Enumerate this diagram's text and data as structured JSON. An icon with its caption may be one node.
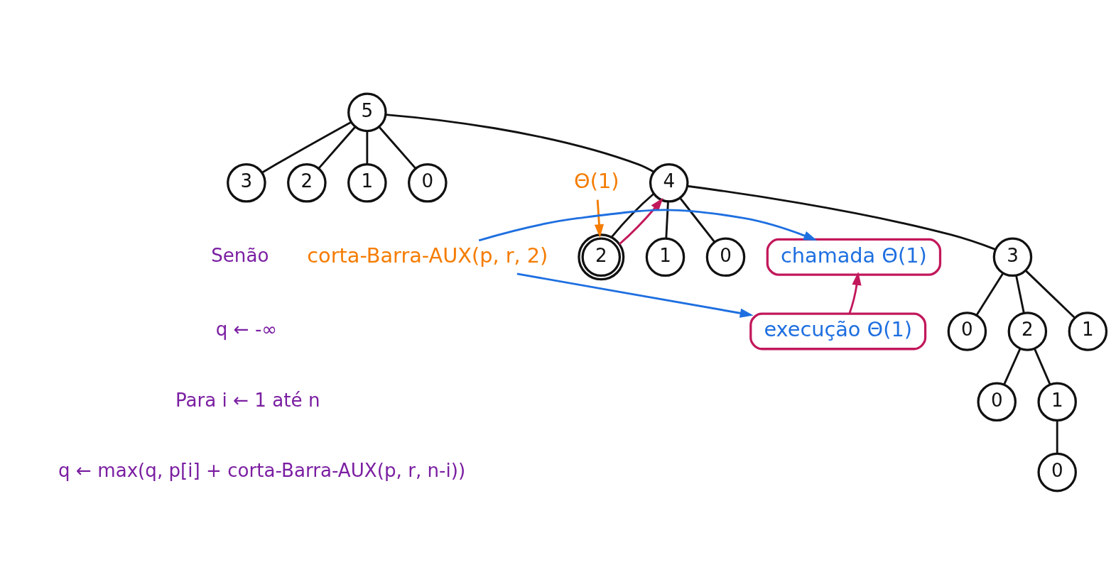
{
  "diagram": {
    "nodes": [
      {
        "text": [
          "5"
        ]
      },
      {
        "text": [
          "4"
        ]
      },
      {
        "text": [
          "3"
        ]
      },
      {
        "text": [
          "2"
        ]
      },
      {
        "text": [
          "1"
        ]
      },
      {
        "text": [
          "0"
        ]
      },
      {
        "text": [
          "3"
        ]
      },
      {
        "text": [
          "2"
        ]
      },
      {
        "text": [
          "1"
        ]
      },
      {
        "text": [
          "0"
        ]
      },
      {
        "text": [
          "2"
        ]
      },
      {
        "text": [
          "1"
        ]
      },
      {
        "text": [
          "0"
        ]
      },
      {
        "text": [
          "1"
        ]
      },
      {
        "text": [
          "0"
        ]
      },
      {
        "text": [
          "0"
        ]
      },
      {
        "text": [
          "Θ(1)"
        ]
      },
      {
        "text": [
          "corta-Barra-AUX(p, r, 2)"
        ]
      },
      {
        "text": [
          "chamada Θ(1)"
        ]
      },
      {
        "text": [
          "execução Θ(1)"
        ]
      }
    ],
    "edges": [
      {
        "from": 0,
        "to": 1,
        "arrow": "none"
      },
      {
        "from": 0,
        "to": 2,
        "arrow": "none"
      },
      {
        "from": 0,
        "to": 3,
        "arrow": "none"
      },
      {
        "from": 0,
        "to": 4,
        "arrow": "none"
      },
      {
        "from": 0,
        "to": 5,
        "arrow": "none"
      },
      {
        "from": 1,
        "to": 6,
        "arrow": "none"
      },
      {
        "from": 1,
        "to": 7,
        "arrow": "none"
      },
      {
        "from": 1,
        "to": 8,
        "arrow": "none"
      },
      {
        "from": 1,
        "to": 9,
        "arrow": "none"
      },
      {
        "from": 6,
        "to": 10,
        "arrow": "none"
      },
      {
        "from": 6,
        "to": 11,
        "arrow": "none"
      },
      {
        "from": 6,
        "to": 12,
        "arrow": "none"
      },
      {
        "from": 10,
        "to": 13,
        "arrow": "none"
      },
      {
        "from": 10,
        "to": 14,
        "arrow": "none"
      },
      {
        "from": 13,
        "to": 15,
        "arrow": "none"
      },
      {
        "from": 7,
        "to": 1,
        "arrow": "to",
        "color": "#c2185b"
      },
      {
        "from": 16,
        "to": 7,
        "arrow": "to",
        "color": "#f57c00"
      },
      {
        "from": 17,
        "to": 18,
        "arrow": "to",
        "color": "#1e6fe0"
      },
      {
        "from": 17,
        "to": 19,
        "arrow": "to",
        "color": "#1e6fe0"
      },
      {
        "from": 19,
        "to": 18,
        "arrow": "to",
        "color": "#c2185b"
      }
    ],
    "labels": [
      "Senão",
      "q ← -∞",
      "Para i ← 1 até n",
      "q ← max(q, p[i] + corta-Barra-AUX(p, r, n-i))"
    ]
  }
}
